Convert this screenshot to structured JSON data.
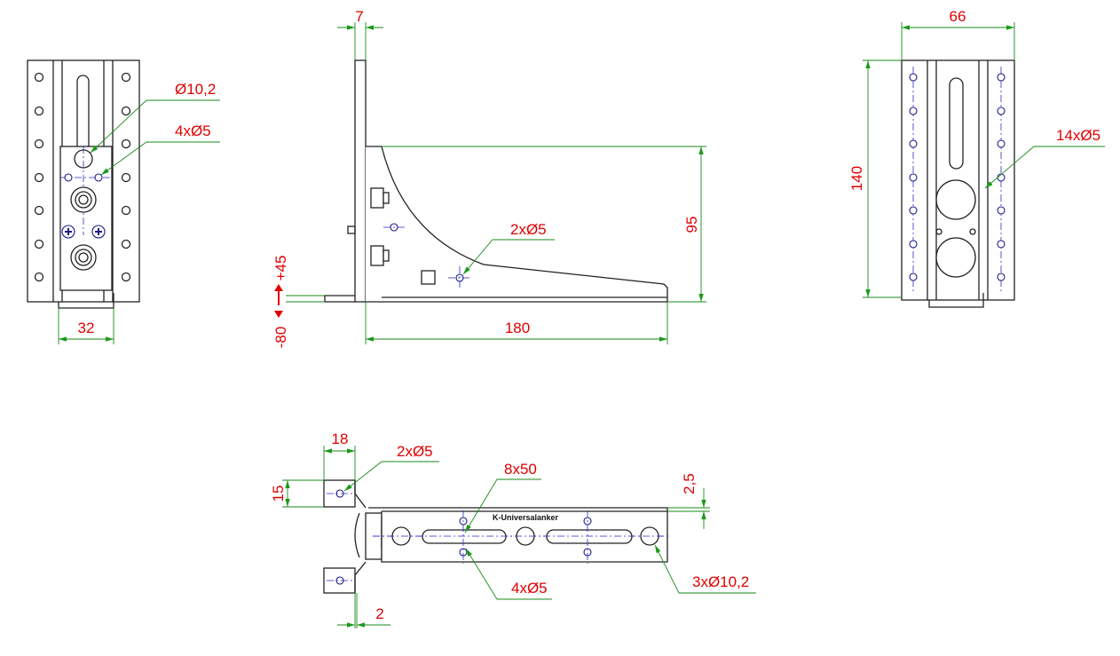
{
  "drawing": {
    "front_view": {
      "hole_large": "Ø10,2",
      "holes_small": "4xØ5",
      "width": "32"
    },
    "side_view": {
      "thickness": "7",
      "height": "95",
      "length": "180",
      "adjust_up": "+45",
      "adjust_down": "-80",
      "holes": "2xØ5"
    },
    "rear_view": {
      "width": "66",
      "height": "140",
      "holes": "14xØ5"
    },
    "top_view": {
      "tab_width": "18",
      "tab_height": "15",
      "tab_holes": "2xØ5",
      "slots": "8x50",
      "edge_offset": "2,5",
      "small_holes": "4xØ5",
      "large_holes": "3xØ10,2",
      "gap": "2",
      "engraving": "K-Universalanker"
    },
    "colors": {
      "dimension_text": "#e00000",
      "dimension_line": "#1a8a1a",
      "center_line": "#2a2acc"
    }
  }
}
